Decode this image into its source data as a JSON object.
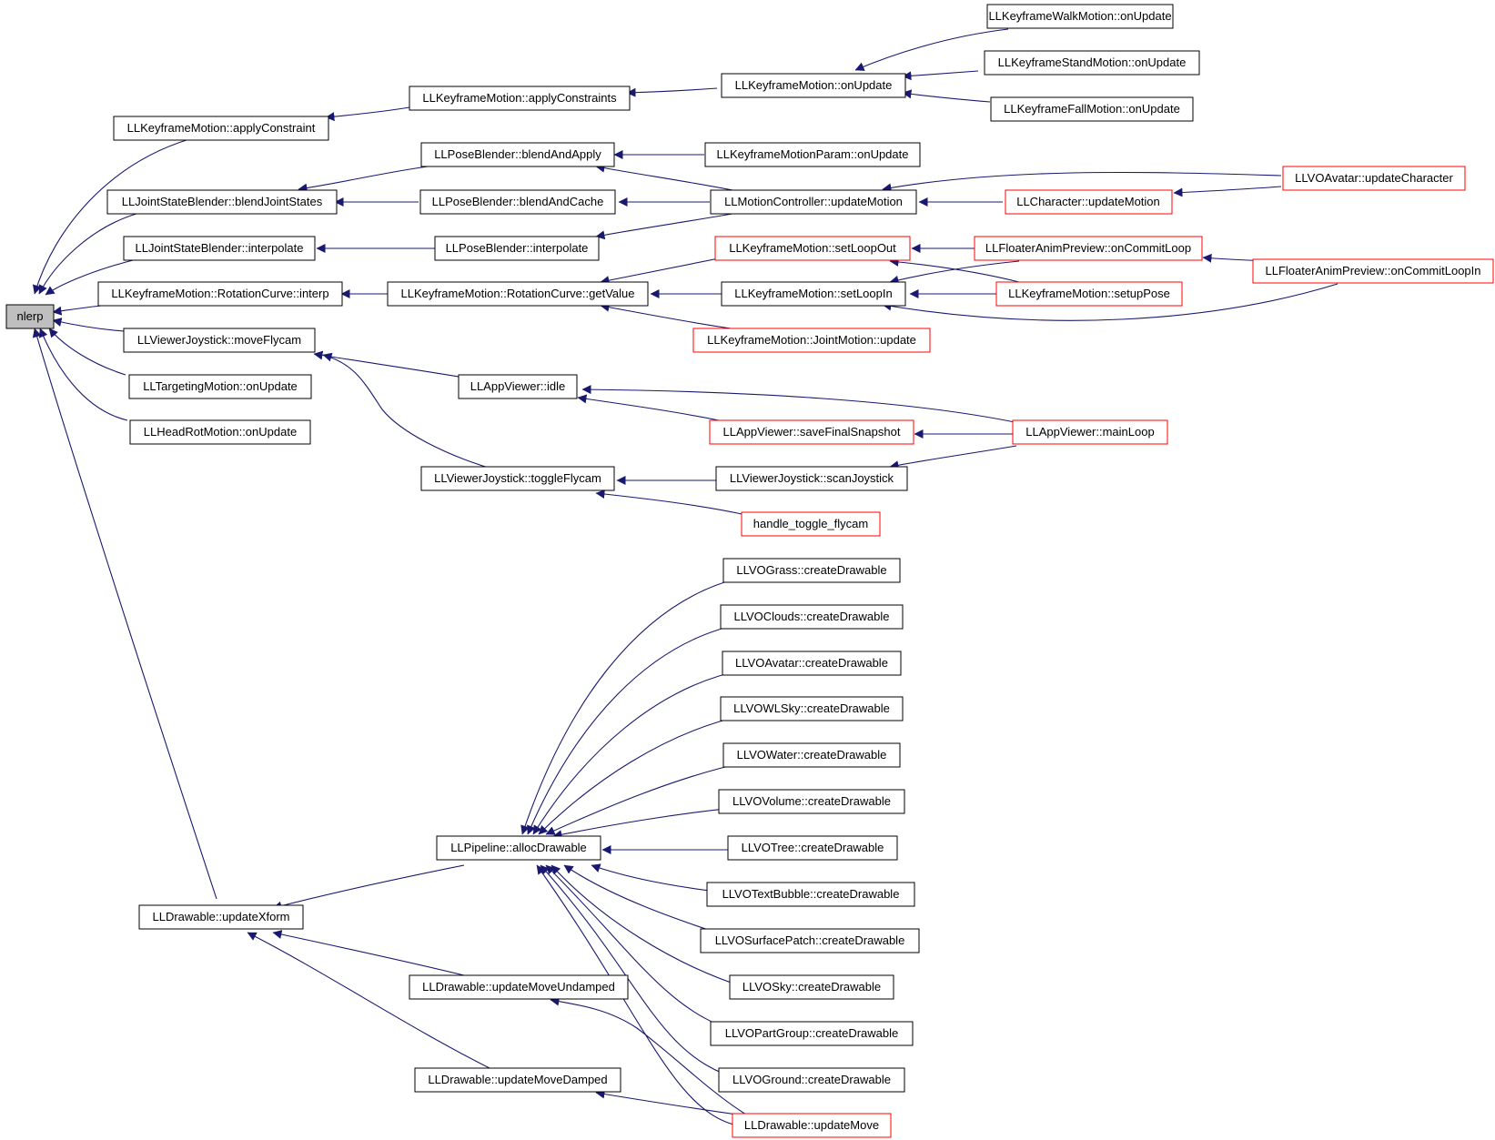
{
  "graph": {
    "nodes": {
      "nlerp": "nlerp",
      "km_applyConstraint": "LLKeyframeMotion::applyConstraint",
      "km_applyConstraints": "LLKeyframeMotion::applyConstraints",
      "km_onUpdate": "LLKeyframeMotion::onUpdate",
      "kwm_onUpdate": "LLKeyframeWalkMotion::onUpdate",
      "ksm_onUpdate": "LLKeyframeStandMotion::onUpdate",
      "kfm_onUpdate": "LLKeyframeFallMotion::onUpdate",
      "jsb_blendJointStates": "LLJointStateBlender::blendJointStates",
      "pb_blendAndApply": "LLPoseBlender::blendAndApply",
      "kmp_onUpdate": "LLKeyframeMotionParam::onUpdate",
      "voa_updateCharacter": "LLVOAvatar::updateCharacter",
      "pb_blendAndCache": "LLPoseBlender::blendAndCache",
      "mc_updateMotion": "LLMotionController::updateMotion",
      "char_updateMotion": "LLCharacter::updateMotion",
      "jsb_interpolate": "LLJointStateBlender::interpolate",
      "pb_interpolate": "LLPoseBlender::interpolate",
      "km_setLoopOut": "LLKeyframeMotion::setLoopOut",
      "fap_onCommitLoop": "LLFloaterAnimPreview::onCommitLoop",
      "km_rc_interp": "LLKeyframeMotion::RotationCurve::interp",
      "km_rc_getValue": "LLKeyframeMotion::RotationCurve::getValue",
      "km_setLoopIn": "LLKeyframeMotion::setLoopIn",
      "km_setupPose": "LLKeyframeMotion::setupPose",
      "fap_onCommitLoopIn": "LLFloaterAnimPreview::onCommitLoopIn",
      "km_jm_update": "LLKeyframeMotion::JointMotion::update",
      "vj_moveFlycam": "LLViewerJoystick::moveFlycam",
      "tm_onUpdate": "LLTargetingMotion::onUpdate",
      "av_idle": "LLAppViewer::idle",
      "hrm_onUpdate": "LLHeadRotMotion::onUpdate",
      "av_saveFinalSnapshot": "LLAppViewer::saveFinalSnapshot",
      "av_mainLoop": "LLAppViewer::mainLoop",
      "vj_toggleFlycam": "LLViewerJoystick::toggleFlycam",
      "vj_scanJoystick": "LLViewerJoystick::scanJoystick",
      "handle_toggle_flycam": "handle_toggle_flycam",
      "vog_cd": "LLVOGrass::createDrawable",
      "voc_cd": "LLVOClouds::createDrawable",
      "voa_cd": "LLVOAvatar::createDrawable",
      "vowl_cd": "LLVOWLSky::createDrawable",
      "vow_cd": "LLVOWater::createDrawable",
      "vov_cd": "LLVOVolume::createDrawable",
      "pl_allocDrawable": "LLPipeline::allocDrawable",
      "vot_cd": "LLVOTree::createDrawable",
      "votb_cd": "LLVOTextBubble::createDrawable",
      "dr_updateXform": "LLDrawable::updateXform",
      "vosp_cd": "LLVOSurfacePatch::createDrawable",
      "vos_cd": "LLVOSky::createDrawable",
      "dr_updateMoveUndamped": "LLDrawable::updateMoveUndamped",
      "vopg_cd": "LLVOPartGroup::createDrawable",
      "dr_updateMoveDamped": "LLDrawable::updateMoveDamped",
      "vogr_cd": "LLVOGround::createDrawable",
      "dr_updateMove": "LLDrawable::updateMove"
    }
  }
}
